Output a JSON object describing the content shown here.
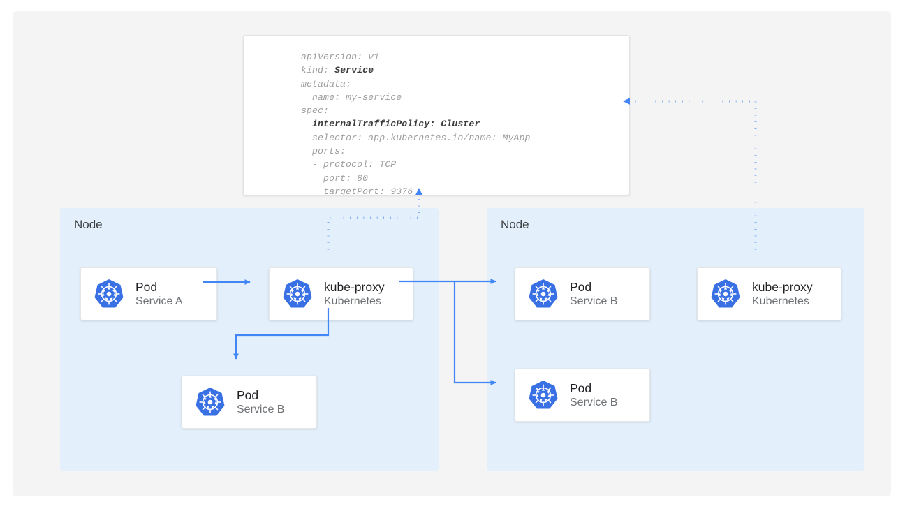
{
  "canvas": {
    "background_color": "#f4f4f4",
    "page_background": "#ffffff"
  },
  "colors": {
    "accent_blue": "#4285f4",
    "node_panel_fill": "#e3f0fc",
    "box_fill": "#ffffff",
    "yaml_text": "#9e9e9e",
    "yaml_bold_text": "#3b3b3b",
    "label_text": "#3c4043",
    "sub_text": "#6e7175",
    "k8s_logo_blue": "#3970e4"
  },
  "yaml_card": {
    "name": "service-manifest",
    "lines": [
      {
        "text": "apiVersion: v1",
        "bold": false
      },
      {
        "text": "kind: ",
        "bold": false,
        "bold_tail": "Service"
      },
      {
        "text": "metadata:",
        "bold": false
      },
      {
        "text": "  name: my-service",
        "bold": false
      },
      {
        "text": "spec:",
        "bold": false
      },
      {
        "text": "  internalTrafficPolicy: Cluster",
        "bold": true
      },
      {
        "text": "  selector: app.kubernetes.io/name: MyApp",
        "bold": false
      },
      {
        "text": "  ports:",
        "bold": false
      },
      {
        "text": "  - protocol: TCP",
        "bold": false
      },
      {
        "text": "    port: 80",
        "bold": false
      },
      {
        "text": "    targetPort: 9376",
        "bold": false
      }
    ],
    "raw": "apiVersion: v1\nkind: Service\nmetadata:\n  name: my-service\nspec:\n  internalTrafficPolicy: Cluster\n  selector: app.kubernetes.io/name: MyApp\n  ports:\n  - protocol: TCP\n    port: 80\n    targetPort: 9376"
  },
  "nodes": [
    {
      "id": "node-left",
      "label": "Node"
    },
    {
      "id": "node-right",
      "label": "Node"
    }
  ],
  "boxes": {
    "pod_a": {
      "title": "Pod",
      "subtitle": "Service A",
      "icon": "kubernetes-logo"
    },
    "kubeproxy_left": {
      "title": "kube-proxy",
      "subtitle": "Kubernetes",
      "icon": "kubernetes-logo"
    },
    "pod_b_left": {
      "title": "Pod",
      "subtitle": "Service B",
      "icon": "kubernetes-logo"
    },
    "pod_b_right_top": {
      "title": "Pod",
      "subtitle": "Service B",
      "icon": "kubernetes-logo"
    },
    "pod_b_right_bot": {
      "title": "Pod",
      "subtitle": "Service B",
      "icon": "kubernetes-logo"
    },
    "kubeproxy_right": {
      "title": "kube-proxy",
      "subtitle": "Kubernetes",
      "icon": "kubernetes-logo"
    }
  },
  "connectors": [
    {
      "name": "pod-a-to-kubeproxy",
      "style": "solid",
      "arrow": "end"
    },
    {
      "name": "kubeproxy-to-pod-b-left",
      "style": "solid",
      "arrow": "end"
    },
    {
      "name": "kubeproxy-to-pod-b-right-top",
      "style": "solid",
      "arrow": "end"
    },
    {
      "name": "kubeproxy-to-pod-b-right-bottom",
      "style": "solid",
      "arrow": "end"
    },
    {
      "name": "kubeproxy-left-to-manifest",
      "style": "dotted",
      "arrow": "end"
    },
    {
      "name": "kubeproxy-right-to-manifest",
      "style": "dotted",
      "arrow": "end"
    }
  ]
}
